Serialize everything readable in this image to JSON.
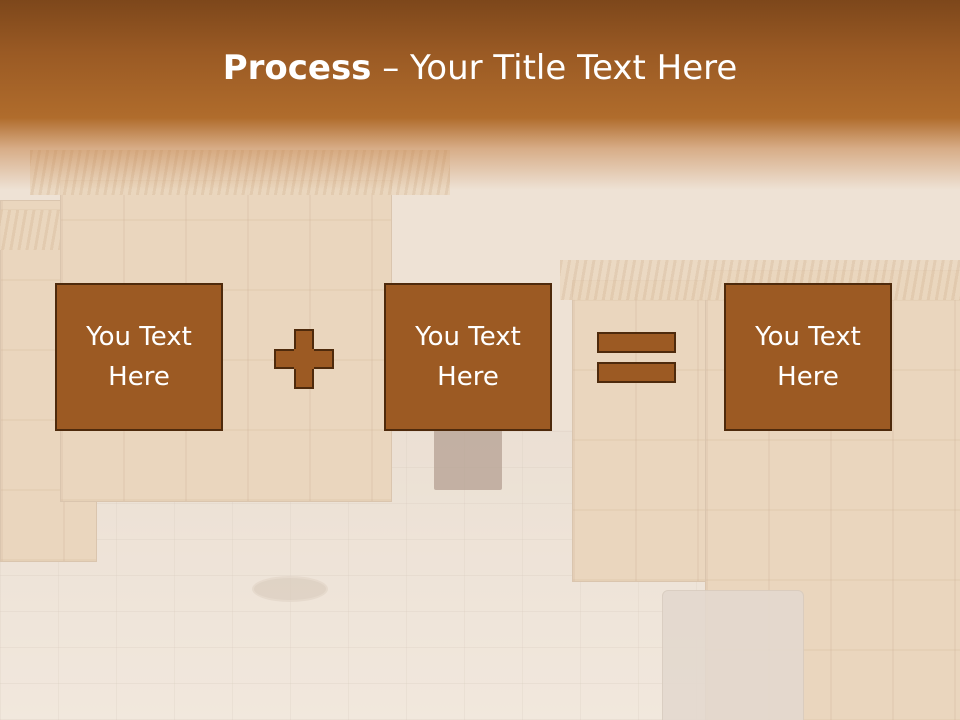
{
  "slide": {
    "title_bold": "Process",
    "title_rest": " – Your Title Text Here",
    "boxes": [
      {
        "line1": "You Text",
        "line2": "Here"
      },
      {
        "line1": "You Text",
        "line2": "Here"
      },
      {
        "line1": "You Text",
        "line2": "Here"
      }
    ],
    "operators": [
      "plus",
      "equals"
    ]
  },
  "colors": {
    "header_brown": "#9a5a24",
    "box_fill": "#9c5a23",
    "box_border": "#4e2a0c",
    "text": "#ffffff"
  }
}
